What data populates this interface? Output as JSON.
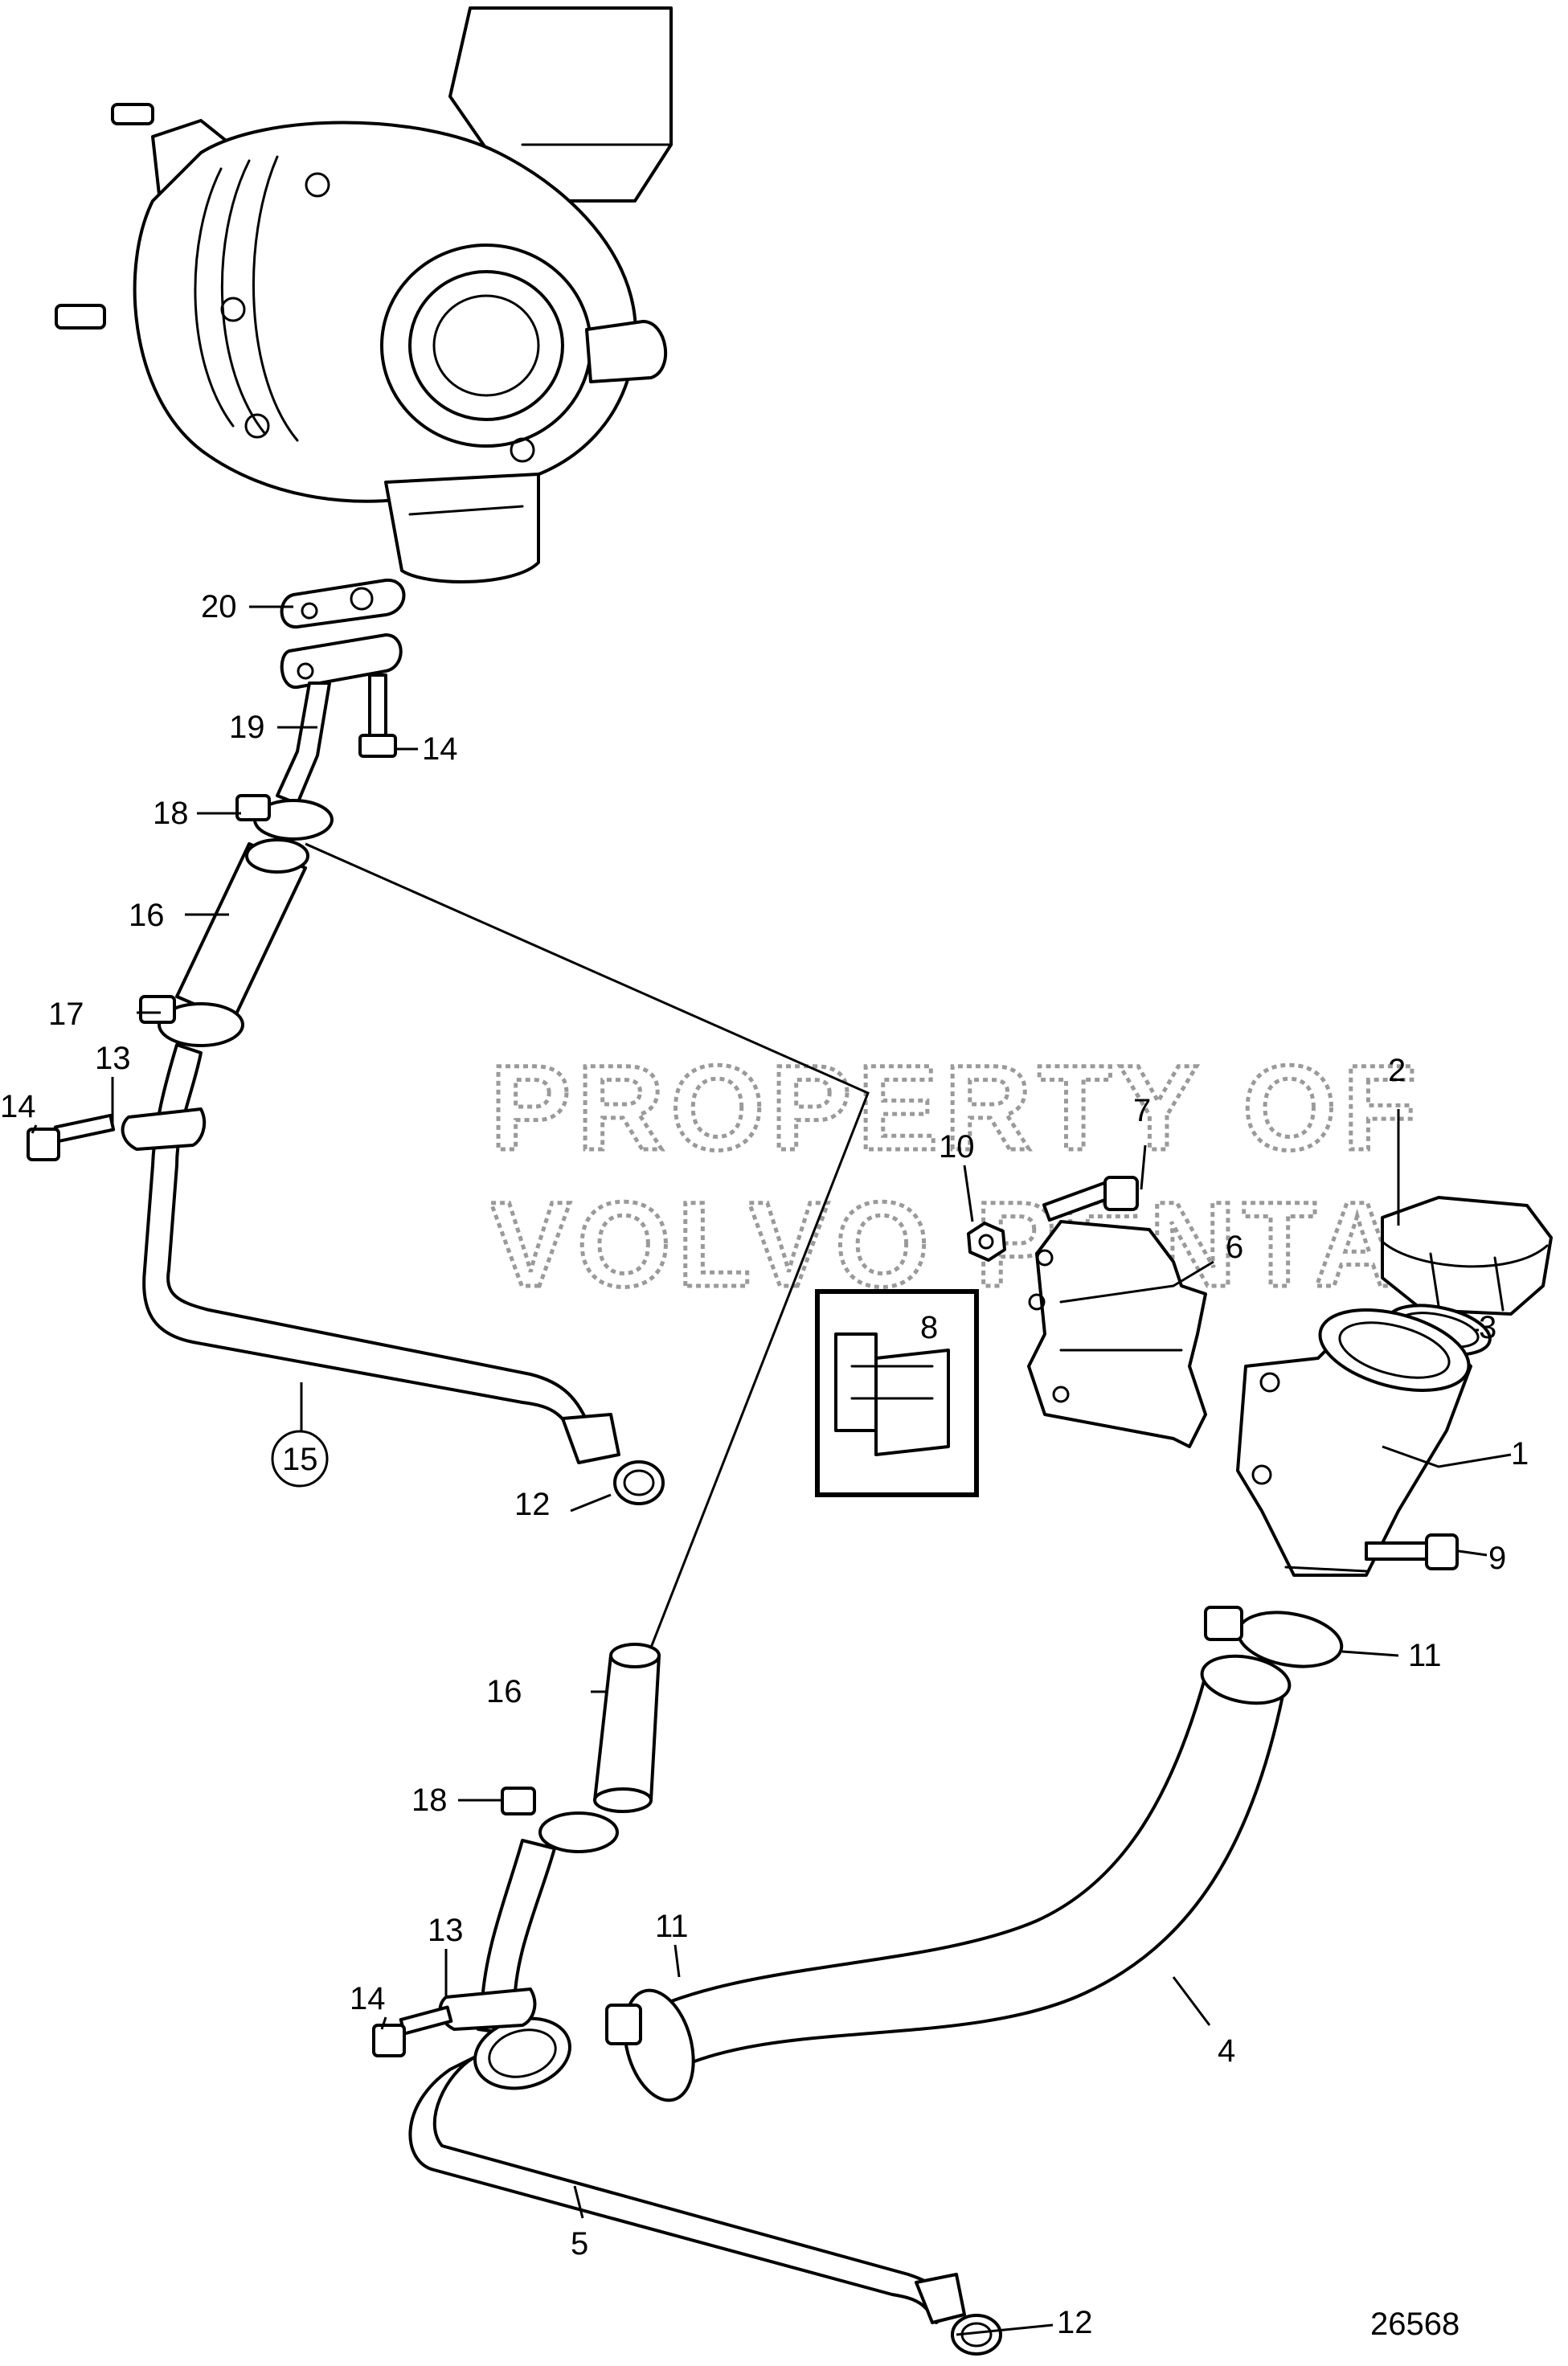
{
  "watermark": {
    "line1": "PROPERTY OF",
    "line2": "VOLVO PENTA"
  },
  "reference_number": "26568",
  "callouts": {
    "c1": "1",
    "c2": "2",
    "c3": "3",
    "c4": "4",
    "c5": "5",
    "c6": "6",
    "c7": "7",
    "c8": "8",
    "c9": "9",
    "c10": "10",
    "c11a": "11",
    "c11b": "11",
    "c12a": "12",
    "c12b": "12",
    "c13a": "13",
    "c13b": "13",
    "c14a": "14",
    "c14b": "14",
    "c14c": "14",
    "c15": "15",
    "c16a": "16",
    "c16b": "16",
    "c17": "17",
    "c18a": "18",
    "c18b": "18",
    "c19": "19",
    "c20": "20"
  }
}
